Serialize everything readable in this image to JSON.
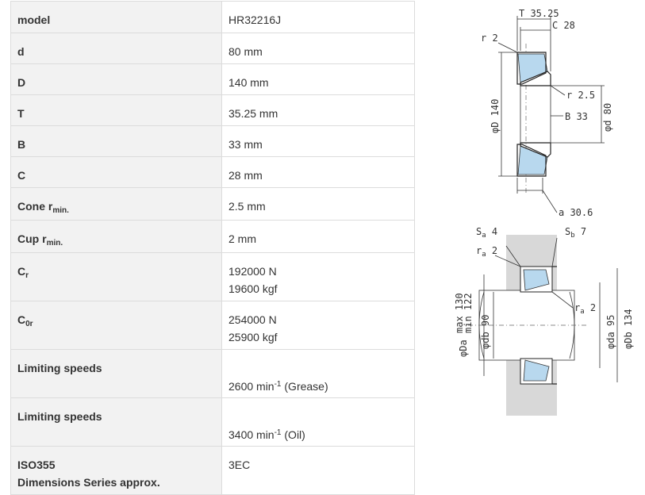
{
  "spec": {
    "model": {
      "label": "model",
      "value": "HR32216J"
    },
    "d": {
      "label": "d",
      "value": "80 mm"
    },
    "D": {
      "label": "D",
      "value": "140 mm"
    },
    "T": {
      "label": "T",
      "value": "35.25 mm"
    },
    "B": {
      "label": "B",
      "value": "33 mm"
    },
    "C": {
      "label": "C",
      "value": "28 mm"
    },
    "cone": {
      "label": "Cone r",
      "sub": "min.",
      "value": "2.5 mm"
    },
    "cup": {
      "label": "Cup r",
      "sub": "min.",
      "value": "2 mm"
    },
    "cr": {
      "label": "C",
      "sub": "r",
      "value1": "192000 N",
      "value2": "19600 kgf"
    },
    "cor": {
      "label": "C",
      "sub": "0r",
      "value1": "254000 N",
      "value2": "25900 kgf"
    },
    "limit_grease": {
      "label": "Limiting speeds",
      "value": "2600 min",
      "sup": "-1",
      "suffix": " (Grease)"
    },
    "limit_oil": {
      "label": "Limiting speeds",
      "value": "3400 min",
      "sup": "-1",
      "suffix": " (Oil)"
    },
    "iso": {
      "label1": "ISO355",
      "label2": "Dimensions Series approx.",
      "value": "3EC"
    }
  },
  "drawing_top": {
    "T": "T 35.25",
    "C": "C 28",
    "r_cup": "r 2",
    "r_cone": "r 2.5",
    "B": "B 33",
    "D": "φD 140",
    "d": "φd 80",
    "a": "a 30.6"
  },
  "drawing_bottom": {
    "Sa": "S",
    "Sa_sub": "a",
    "Sa_val": " 4",
    "Sb": "S",
    "Sb_sub": "b",
    "Sb_val": " 7",
    "ra_top": "r",
    "ra_top_sub": "a",
    "ra_top_val": " 2",
    "ra_right": "r",
    "ra_right_sub": "a",
    "ra_right_val": " 2",
    "Da_max": "max 130",
    "Da_min": "min 122",
    "Da": "φDa",
    "db": "φdb 90",
    "da": "φda 95",
    "Db": "φDb 134"
  },
  "colors": {
    "roller": "#b8d8ee",
    "housing": "#d8d8d8",
    "header_bg": "#f2f2f2"
  }
}
